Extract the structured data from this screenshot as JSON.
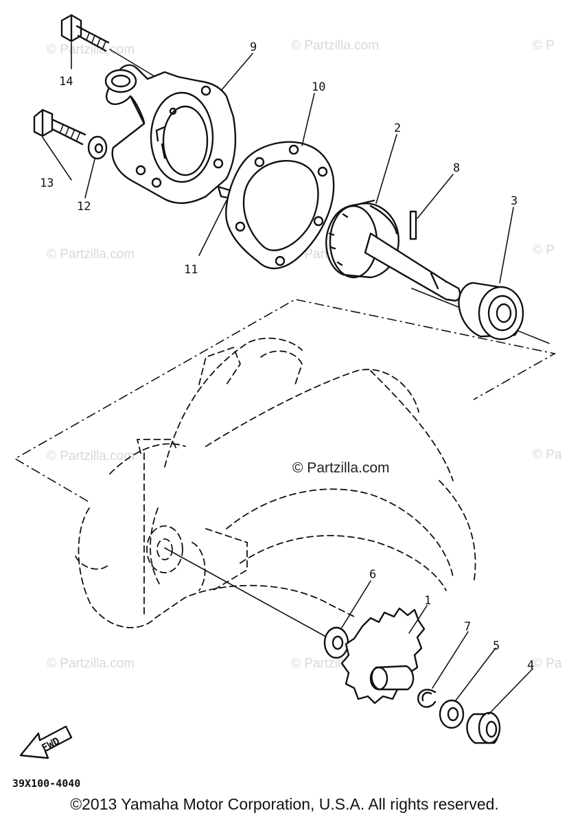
{
  "parts": {
    "p1": "1",
    "p2": "2",
    "p3": "3",
    "p4": "4",
    "p5": "5",
    "p6": "6",
    "p7": "7",
    "p8": "8",
    "p9": "9",
    "p10": "10",
    "p11": "11",
    "p12": "12",
    "p13": "13",
    "p14": "14"
  },
  "watermarks": {
    "tl": "© Partzilla.com",
    "tc": "© Partzilla.com",
    "tr": "© P",
    "ml": "© Partzilla.com",
    "mc": "© Partzilla.com",
    "mr": "© P",
    "cl": "© Partzilla.com",
    "center": "© Partzilla.com",
    "cr": "© Pa",
    "bl": "© Partzilla.com",
    "bc": "© Partzilla.com",
    "br": "© Pa"
  },
  "fwd_label": "FWD",
  "diagram_code": "39X100-4040",
  "copyright": "©2013 Yamaha Motor Corporation, U.S.A. All rights reserved."
}
